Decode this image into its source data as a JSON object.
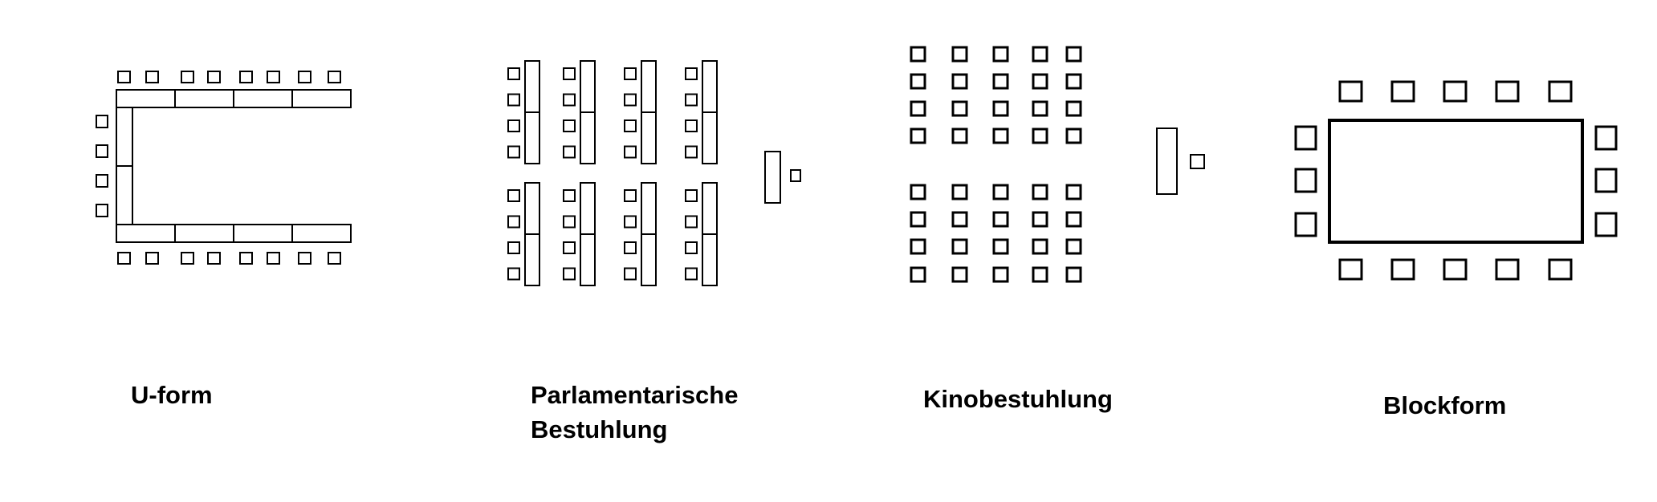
{
  "layouts": [
    {
      "id": "u",
      "label": "U-form"
    },
    {
      "id": "parliament",
      "label_line1": "Parlamentarische",
      "label_line2": "Bestuhlung"
    },
    {
      "id": "cinema",
      "label": "Kinobestuhlung"
    },
    {
      "id": "block",
      "label": "Blockform"
    }
  ],
  "colors": {
    "stroke": "#000000",
    "background": "#ffffff"
  }
}
